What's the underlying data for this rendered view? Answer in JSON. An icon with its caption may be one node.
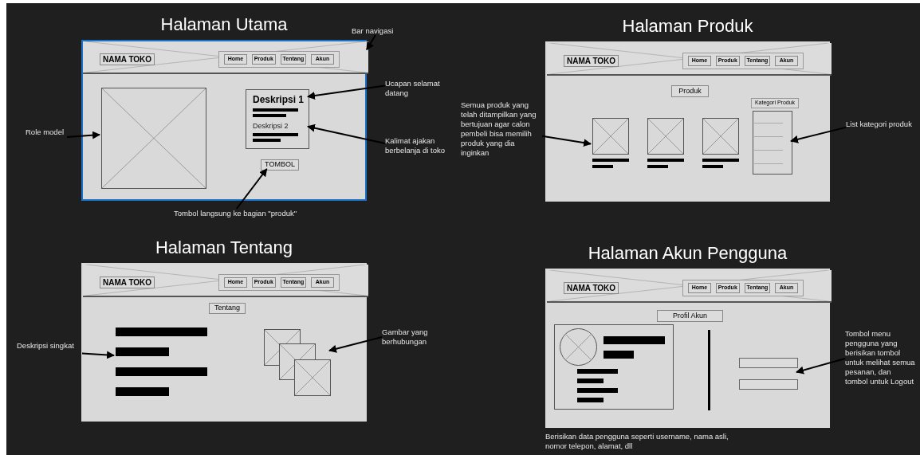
{
  "diagram": {
    "nodes": [
      {
        "text": [
          "Halaman Utama"
        ]
      },
      {
        "text": [
          "NAMA TOKO",
          "Home",
          "Produk",
          "Tentang",
          "Akun"
        ],
        "in": 0
      },
      {
        "text": [],
        "shape": "box",
        "in": 0
      },
      {
        "text": [
          "Deskripsi 1",
          "Deskripsi 2"
        ],
        "in": 0
      },
      {
        "text": [
          "TOMBOL"
        ],
        "in": 0
      },
      {
        "text": [
          "Bar navigasi"
        ]
      },
      {
        "text": [
          "Ucapan selamat datang"
        ]
      },
      {
        "text": [
          "Role model"
        ]
      },
      {
        "text": [
          "Kalimat ajakan berbelanja di toko"
        ]
      },
      {
        "text": [
          "Tombol langsung ke bagian \"produk\""
        ]
      },
      {
        "text": [
          "Halaman Produk"
        ]
      },
      {
        "text": [
          "NAMA TOKO",
          "Home",
          "Produk",
          "Tentang",
          "Akun"
        ],
        "in": 10
      },
      {
        "text": [
          "Produk"
        ],
        "in": 10
      },
      {
        "text": [],
        "shape": "box",
        "in": 10
      },
      {
        "text": [],
        "shape": "box",
        "in": 10
      },
      {
        "text": [],
        "shape": "box",
        "in": 10
      },
      {
        "text": [
          "Kategori Produk"
        ],
        "in": 10
      },
      {
        "text": [],
        "shape": "box",
        "in": 10
      },
      {
        "text": [
          "Semua produk yang telah ditampilkan yang bertujuan agar calon pembeli bisa memilih produk yang dia inginkan"
        ]
      },
      {
        "text": [
          "List kategori produk"
        ]
      },
      {
        "text": [
          "Halaman Tentang"
        ]
      },
      {
        "text": [
          "NAMA TOKO",
          "Home",
          "Produk",
          "Tentang",
          "Akun"
        ],
        "in": 20
      },
      {
        "text": [
          "Tentang"
        ],
        "in": 20
      },
      {
        "text": [],
        "shape": "box",
        "in": 20
      },
      {
        "text": [],
        "shape": "box",
        "in": 20
      },
      {
        "text": [
          "Deskripsi singkat"
        ]
      },
      {
        "text": [
          "Gambar yang berhubungan"
        ]
      },
      {
        "text": [
          "Halaman Akun Pengguna"
        ]
      },
      {
        "text": [
          "NAMA TOKO",
          "Home",
          "Produk",
          "Tentang",
          "Akun"
        ],
        "in": 27
      },
      {
        "text": [
          "Profil Akun"
        ],
        "in": 27
      },
      {
        "text": [],
        "shape": "box",
        "in": 27
      },
      {
        "text": [],
        "shape": "box",
        "in": 27
      },
      {
        "text": [
          "Tombol menu pengguna yang berisikan tombol untuk melihat semua pesanan, dan tombol untuk Logout"
        ]
      }
    ],
    "edges": [
      {
        "from": 5,
        "to": 1,
        "arrow": "to"
      },
      {
        "from": 6,
        "to": 3,
        "arrow": "to"
      },
      {
        "from": 7,
        "to": 2,
        "arrow": "to"
      },
      {
        "from": 8,
        "to": 3,
        "arrow": "to"
      },
      {
        "from": 9,
        "to": 4,
        "arrow": "to"
      },
      {
        "from": 18,
        "to": 13,
        "arrow": "to"
      },
      {
        "from": 19,
        "to": 17,
        "arrow": "to"
      },
      {
        "from": 25,
        "to": 23,
        "arrow": "to"
      },
      {
        "from": 26,
        "to": 24,
        "arrow": "to"
      },
      {
        "from": 32,
        "to": 31,
        "arrow": "to"
      }
    ],
    "labels": [
      "Berisikan data pengguna seperti username, nama asli, nomor telepon, alamat, dll"
    ]
  }
}
